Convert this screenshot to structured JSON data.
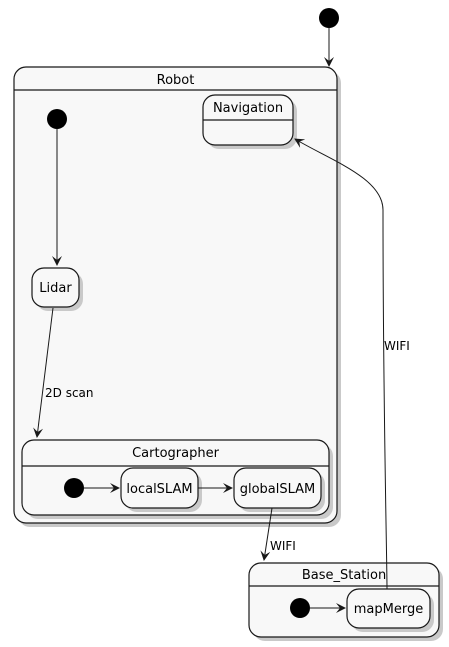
{
  "composites": {
    "robot": "Robot",
    "cartographer": "Cartographer",
    "base_station": "Base_Station"
  },
  "states": {
    "navigation": "Navigation",
    "lidar": "Lidar",
    "local_slam": "localSLAM",
    "global_slam": "globalSLAM",
    "map_merge": "mapMerge"
  },
  "transitions": {
    "lidar_to_cartographer": "2D scan",
    "global_slam_to_base_station": "WIFI",
    "map_merge_to_navigation": "WIFI"
  }
}
